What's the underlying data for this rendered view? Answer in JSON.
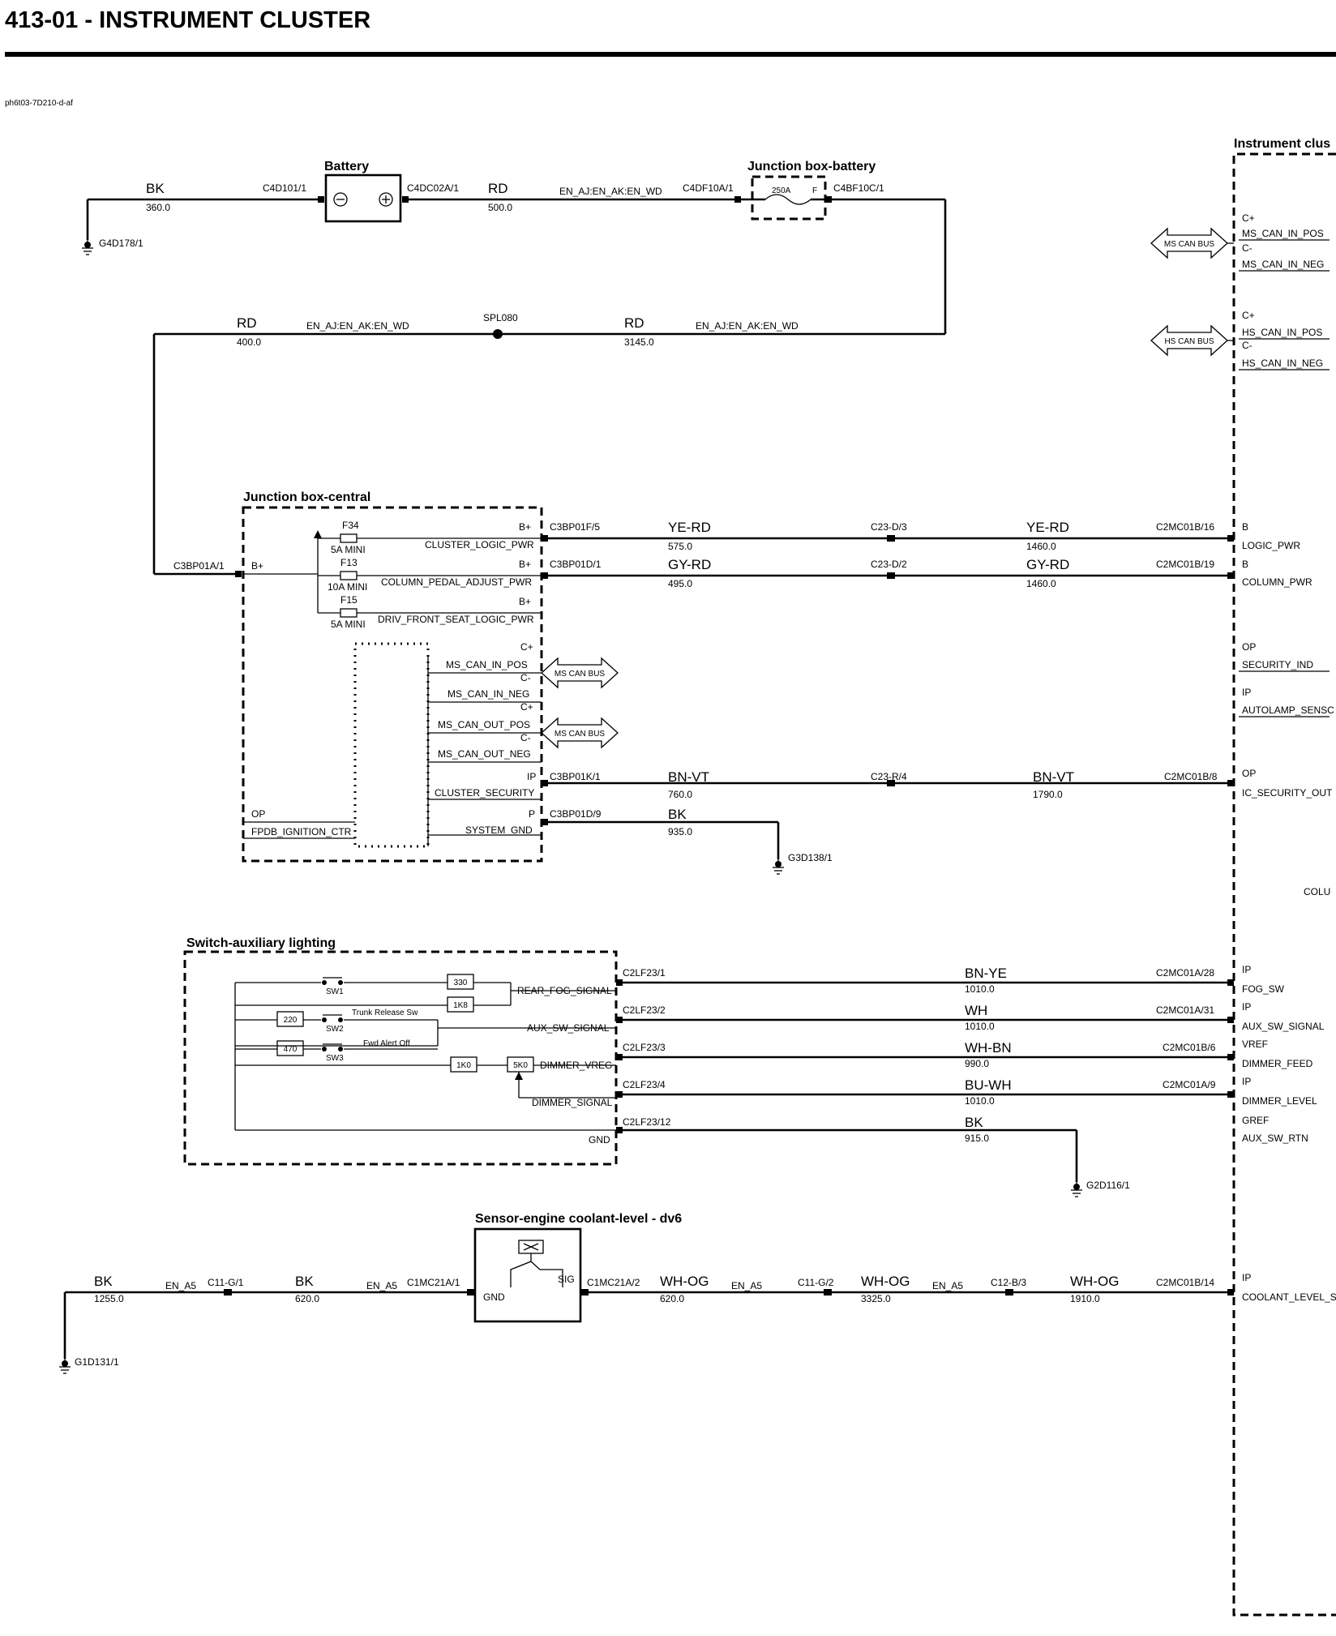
{
  "title": "413-01 - INSTRUMENT CLUSTER",
  "ref": "ph6t03-7D210-d-af",
  "cluster": {
    "title": "Instrument clus",
    "mscan": {
      "bus": "MS CAN BUS",
      "cp": "C+",
      "pos": "MS_CAN_IN_POS",
      "cn": "C-",
      "neg": "MS_CAN_IN_NEG"
    },
    "hscan": {
      "bus": "HS CAN BUS",
      "cp": "C+",
      "pos": "HS_CAN_IN_POS",
      "cn": "C-",
      "neg": "HS_CAN_IN_NEG"
    },
    "pins": [
      {
        "type": "B",
        "name": "LOGIC_PWR"
      },
      {
        "type": "B",
        "name": "COLUMN_PWR"
      },
      {
        "type": "OP",
        "name": "SECURITY_IND"
      },
      {
        "type": "IP",
        "name": "AUTOLAMP_SENSC"
      },
      {
        "type": "OP",
        "name": "IC_SECURITY_OUT"
      },
      {
        "type": "IP",
        "name": "FOG_SW"
      },
      {
        "type": "IP",
        "name": "AUX_SW_SIGNAL"
      },
      {
        "type": "VREF",
        "name": "DIMMER_FEED"
      },
      {
        "type": "IP",
        "name": "DIMMER_LEVEL"
      },
      {
        "type": "GREF",
        "name": "AUX_SW_RTN"
      },
      {
        "type": "IP",
        "name": "COOLANT_LEVEL_S"
      }
    ],
    "colu": "COLU"
  },
  "battery": {
    "title": "Battery",
    "left_wire": {
      "color": "BK",
      "len": "360.0"
    },
    "ground": "G4D178/1",
    "conn_neg": "C4D101/1",
    "conn_pos": "C4DC02A/1",
    "right_wire": {
      "color": "RD",
      "len": "500.0",
      "variant": "EN_AJ:EN_AK:EN_WD"
    }
  },
  "jbb": {
    "title": "Junction box-battery",
    "conn_in": "C4DF10A/1",
    "fuse": "250A",
    "plus": "F",
    "conn_out": "C4BF10C/1"
  },
  "feed": {
    "w1": {
      "color": "RD",
      "len": "400.0",
      "variant": "EN_AJ:EN_AK:EN_WD"
    },
    "splice": "SPL080",
    "w2": {
      "color": "RD",
      "len": "3145.0",
      "variant": "EN_AJ:EN_AK:EN_WD"
    }
  },
  "jbc": {
    "title": "Junction box-central",
    "conn_in": "C3BP01A/1",
    "bplus": "B+",
    "fuses": [
      {
        "id": "F34",
        "rating": "5A MINI",
        "sig": "CLUSTER_LOGIC_PWR",
        "pin": "B+"
      },
      {
        "id": "F13",
        "rating": "10A MINI",
        "sig": "COLUMN_PEDAL_ADJUST_PWR",
        "pin": "B+"
      },
      {
        "id": "F15",
        "rating": "5A MINI",
        "sig": "DRIV_FRONT_SEAT_LOGIC_PWR",
        "pin": "B+"
      }
    ],
    "can": {
      "cp1": "C+",
      "pos1": "MS_CAN_IN_POS",
      "cn1": "C-",
      "neg1": "MS_CAN_IN_NEG",
      "cp2": "C+",
      "pos2": "MS_CAN_OUT_POS",
      "cn2": "C-",
      "neg2": "MS_CAN_OUT_NEG",
      "bus": "MS CAN BUS"
    },
    "sec": {
      "pin": "IP",
      "sig": "CLUSTER_SECURITY"
    },
    "gnd": {
      "pin": "P",
      "sig": "SYSTEM_GND"
    },
    "op": "OP",
    "fpdb": "FPDB_IGNITION_CTR"
  },
  "runs": {
    "logic": {
      "c1": "C3BP01F/5",
      "color1": "YE-RD",
      "len1": "575.0",
      "c2": "C23-D/3",
      "color2": "YE-RD",
      "len2": "1460.0",
      "c3": "C2MC01B/16"
    },
    "column": {
      "c1": "C3BP01D/1",
      "color1": "GY-RD",
      "len1": "495.0",
      "c2": "C23-D/2",
      "color2": "GY-RD",
      "len2": "1460.0",
      "c3": "C2MC01B/19"
    },
    "security": {
      "c1": "C3BP01K/1",
      "color1": "BN-VT",
      "len1": "760.0",
      "c2": "C23-R/4",
      "color2": "BN-VT",
      "len2": "1790.0",
      "c3": "C2MC01B/8"
    },
    "sysgnd": {
      "c1": "C3BP01D/9",
      "color": "BK",
      "len": "935.0",
      "ground": "G3D138/1"
    }
  },
  "switch": {
    "title": "Switch-auxiliary lighting",
    "sw1": "SW1",
    "sw2": "SW2",
    "sw3": "SW3",
    "sw2_label": "Trunk Release Sw",
    "sw3_label": "Fwd Alert Off",
    "r330": "330",
    "r1k8": "1K8",
    "r220": "220",
    "r470": "470",
    "r1k0": "1K0",
    "r5k0": "5K0",
    "sigs": [
      "REAR_FOG_SIGNAL",
      "AUX_SW_SIGNAL",
      "DIMMER_VREG",
      "DIMMER_SIGNAL",
      "GND"
    ],
    "wires": [
      {
        "conn": "C2LF23/1",
        "color": "BN-YE",
        "len": "1010.0",
        "end": "C2MC01A/28"
      },
      {
        "conn": "C2LF23/2",
        "color": "WH",
        "len": "1010.0",
        "end": "C2MC01A/31"
      },
      {
        "conn": "C2LF23/3",
        "color": "WH-BN",
        "len": "990.0",
        "end": "C2MC01B/6"
      },
      {
        "conn": "C2LF23/4",
        "color": "BU-WH",
        "len": "1010.0",
        "end": "C2MC01A/9"
      },
      {
        "conn": "C2LF23/12",
        "color": "BK",
        "len": "915.0",
        "ground": "G2D116/1"
      }
    ]
  },
  "sensor": {
    "title": "Sensor-engine coolant-level - dv6",
    "gnd": "GND",
    "sig": "SIG",
    "left": {
      "ground": "G1D131/1",
      "color1": "BK",
      "len1": "1255.0",
      "var1": "EN_A5",
      "c1": "C11-G/1",
      "color2": "BK",
      "len2": "620.0",
      "var2": "EN_A5",
      "c2": "C1MC21A/1"
    },
    "right": {
      "c1": "C1MC21A/2",
      "color1": "WH-OG",
      "len1": "620.0",
      "var1": "EN_A5",
      "c2": "C11-G/2",
      "color2": "WH-OG",
      "len2": "3325.0",
      "var2": "EN_A5",
      "c3": "C12-B/3",
      "color3": "WH-OG",
      "len3": "1910.0",
      "c4": "C2MC01B/14"
    }
  }
}
